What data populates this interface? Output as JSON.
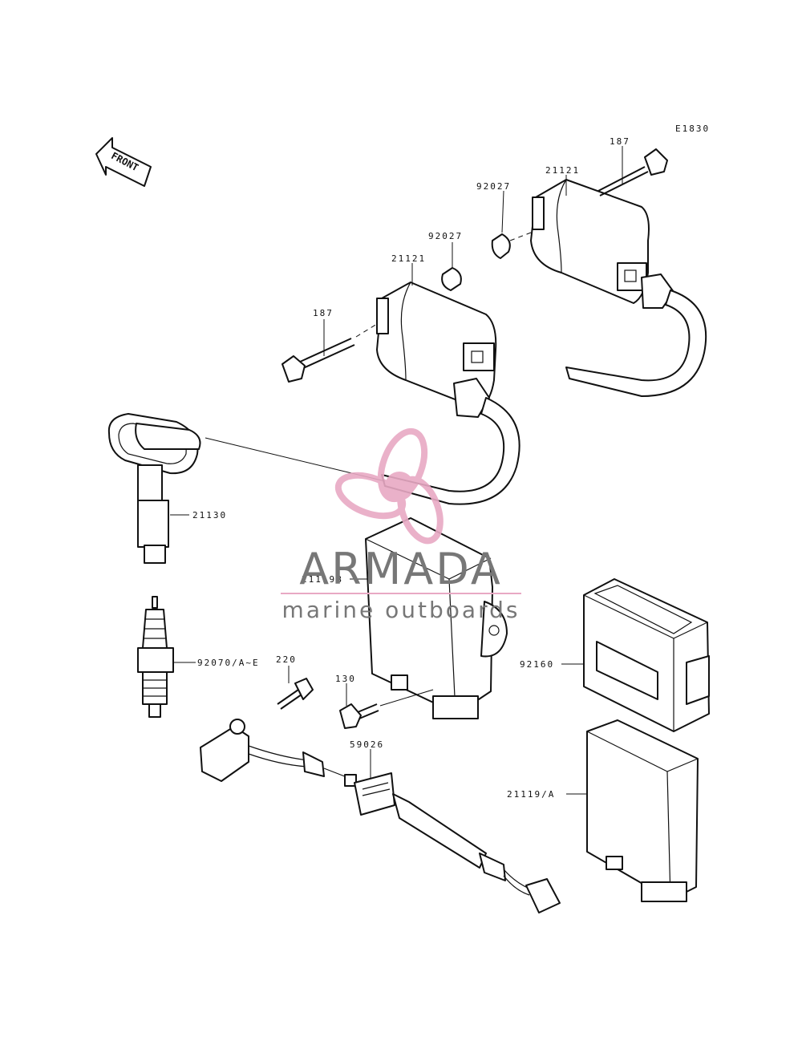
{
  "diagram_code": "E1830",
  "front_label": "FRONT",
  "labels": {
    "bolt_top": "187",
    "coil_top": "21121",
    "collar_top": "92027",
    "collar_mid": "92027",
    "coil_mid": "21121",
    "bolt_mid": "187",
    "cap": "21130",
    "igniter": "21119B",
    "spark_plug": "92070/A~E",
    "screw": "220",
    "bolt_igniter": "130",
    "holder": "59026",
    "case": "92160",
    "igniter_a": "21119/A"
  },
  "watermark": {
    "title": "ARMADA",
    "subtitle": "marine outboards",
    "logo_color": "#e8a9c4",
    "text_color": "#777777"
  }
}
